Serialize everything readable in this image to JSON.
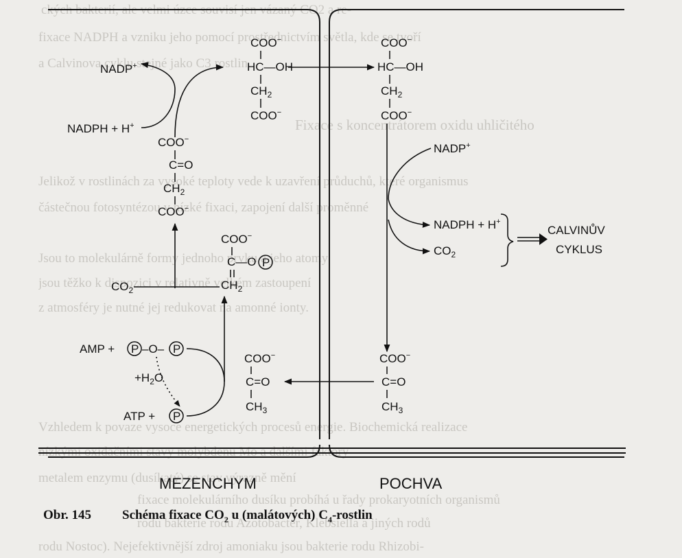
{
  "background_text": [
    "ckých bakterií, ale velmi úzce souvisí jen vázaný CO2 a re-",
    "fixace NADPH a vzniku jeho pomocí prostřednictvím světla, kde se tvoří",
    "a Calvinova cyklu stejné jako C3 rostlin.",
    "Fixace s koncentrátorem oxidu uhličitého",
    "Jelikož v rostlinách za vysoké teploty vede k uzavření průduchů, které organismus",
    "částečnou fotosyntézou v nízké fixaci, zapojení další proměnné",
    "Jsou to molekulárně formy jednoho prvku a jeho atomy",
    "jsou těžko k dispozici v relativně velkém zastoupení",
    "z atmosféry je nutné jej redukovat na amonné ionty.",
    "Vzhledem k povaze vysoce energetických procesů energie. Biochemická realizace",
    "nízkými oxidačními stavy molybdenu Mo a dalšími faktory",
    "metalem enzymu (dusíkatý) se stav výrazně mění",
    "fixace molekulárního dusíku probíhá u řady prokaryotních organismů",
    "rodu bakterie rodu Azotobacter, Klebsiella a jiných rodů",
    "rodu Nostoc). Nejefektivnější zdroj amoniaku jsou bakterie rodu Rhizobi-"
  ],
  "regions": {
    "left": "MEZENCHYM",
    "right": "POCHVA"
  },
  "caption": {
    "number": "Obr. 145",
    "title_pre": "Schéma fixace CO",
    "title_sub1": "2",
    "title_mid": " u (malátových) C",
    "title_sub2": "4",
    "title_post": "-rostlin"
  },
  "molecules": {
    "coo": "COO",
    "minus": "−",
    "hc_oh": "HC—OH",
    "ch2": "CH",
    "ch2_sub": "2",
    "c_eq_o": "C=O",
    "ch3": "CH",
    "ch3_sub": "3",
    "c_o_p": "C—O",
    "p": "P",
    "c_atom": "C",
    "o_atom": "O"
  },
  "cofactors": {
    "nadp_plus": "NADP",
    "plus_sup": "+",
    "nadph_h": "NADPH + H",
    "co2": "CO",
    "co2_sub": "2",
    "amp": "AMP  +",
    "atp": "ATP  +",
    "h2o": "+H",
    "h2o_sub": "2",
    "h2o_end": "O",
    "dash_o_dash": "–O–"
  },
  "calvin": {
    "line1": "CALVINŮV",
    "line2": "CYKLUS"
  }
}
